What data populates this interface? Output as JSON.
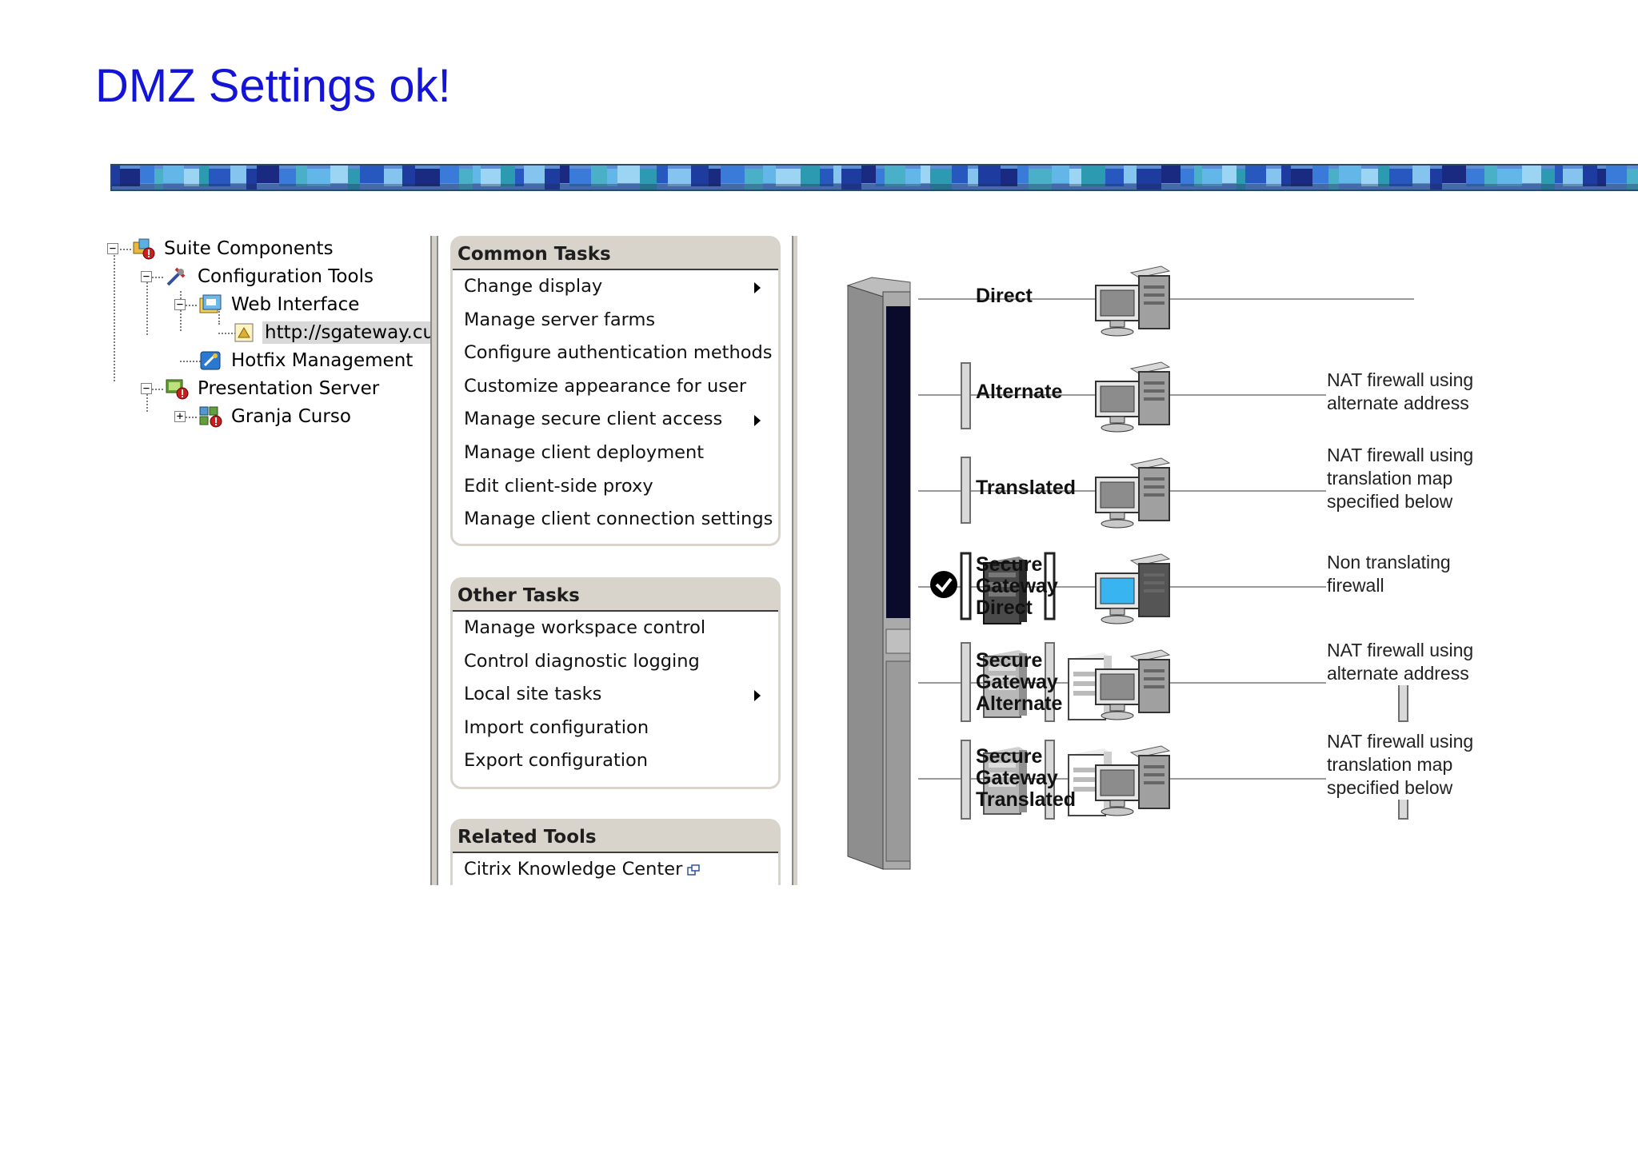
{
  "slide": {
    "title": "DMZ Settings ok!"
  },
  "tree": {
    "items": [
      {
        "label": "Suite Components",
        "expander": "−"
      },
      {
        "label": "Configuration Tools",
        "expander": "−"
      },
      {
        "label": "Web Interface",
        "expander": "−"
      },
      {
        "label": "http://sgateway.cu",
        "expander": ""
      },
      {
        "label": "Hotfix Management",
        "expander": ""
      },
      {
        "label": "Presentation Server",
        "expander": "−"
      },
      {
        "label": "Granja Curso",
        "expander": "+"
      }
    ]
  },
  "common_tasks": {
    "title": "Common Tasks",
    "items": [
      {
        "label": "Change display",
        "submenu": true
      },
      {
        "label": "Manage server farms",
        "submenu": false
      },
      {
        "label": "Configure authentication methods",
        "submenu": false
      },
      {
        "label": "Customize appearance for user",
        "submenu": false
      },
      {
        "label": "Manage secure client access",
        "submenu": true
      },
      {
        "label": "Manage client deployment",
        "submenu": false
      },
      {
        "label": "Edit client-side proxy",
        "submenu": false
      },
      {
        "label": "Manage client connection settings",
        "submenu": false
      }
    ]
  },
  "other_tasks": {
    "title": "Other Tasks",
    "items": [
      {
        "label": "Manage workspace control",
        "submenu": false
      },
      {
        "label": "Control diagnostic logging",
        "submenu": false
      },
      {
        "label": "Local site tasks",
        "submenu": true
      },
      {
        "label": "Import configuration",
        "submenu": false
      },
      {
        "label": "Export configuration",
        "submenu": false
      }
    ]
  },
  "related_tools": {
    "title": "Related Tools",
    "items": [
      {
        "label": "Citrix Knowledge Center",
        "external": true
      }
    ]
  },
  "diagram": {
    "selected_option": "Secure Gateway Direct",
    "rows": [
      {
        "label": "Direct",
        "note": "",
        "selected": false
      },
      {
        "label": "Alternate",
        "note": "NAT firewall using\nalternate address",
        "selected": false
      },
      {
        "label": "Translated",
        "note": "NAT firewall using\ntranslation map\nspecified below",
        "selected": false
      },
      {
        "label": "Secure\nGateway\nDirect",
        "note": "Non translating\nfirewall",
        "selected": true
      },
      {
        "label": "Secure\nGateway\nAlternate",
        "note": "NAT firewall using\nalternate address",
        "selected": false
      },
      {
        "label": "Secure\nGateway\nTranslated",
        "note": "NAT firewall using\ntranslation map\nspecified below",
        "selected": false
      }
    ]
  },
  "colors": {
    "title": "#1414d6",
    "banner": "#5a8ed8",
    "panel_header": "#d8d4cc",
    "selected_screen": "#38b4f0"
  }
}
